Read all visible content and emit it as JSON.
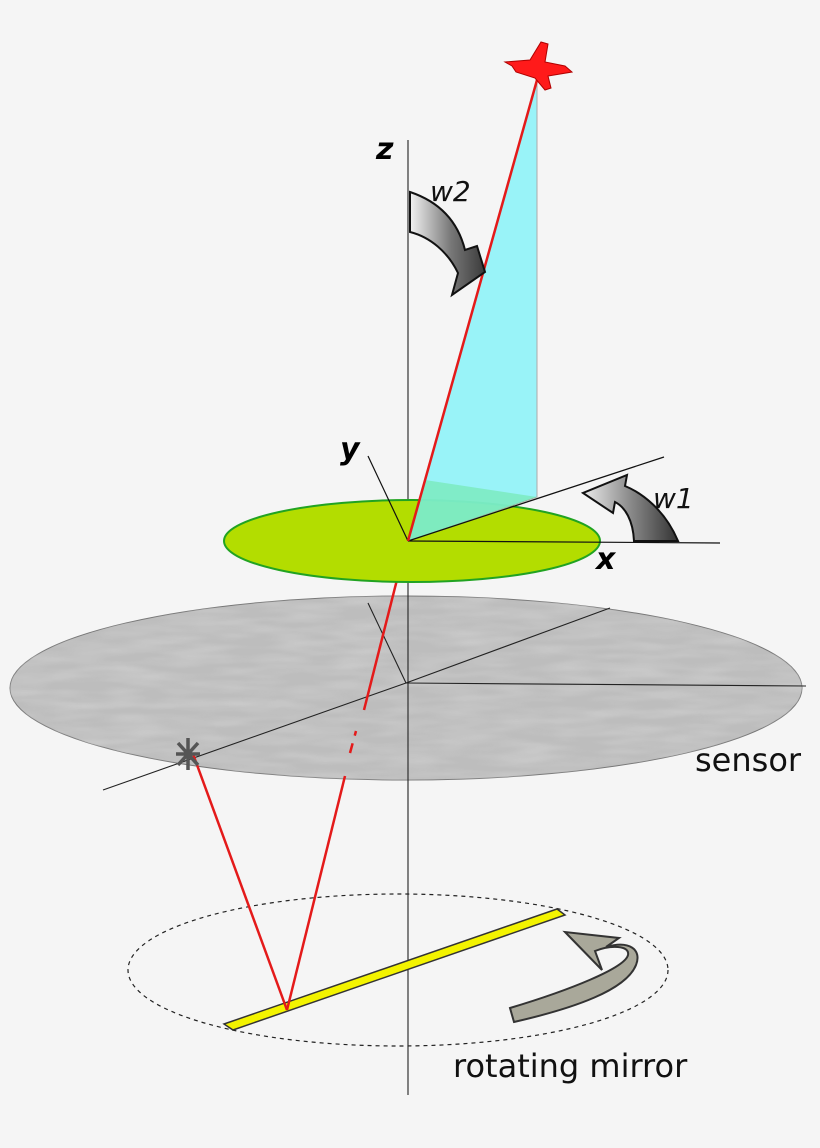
{
  "labels": {
    "z_axis": "z",
    "y_axis": "y",
    "x_axis": "x",
    "w1": "w1",
    "w2": "w2",
    "sensor": "sensor",
    "mirror": "rotating mirror"
  },
  "icons": {
    "aircraft": "airplane-icon",
    "w1_arrow": "curved-arrow-icon",
    "w2_arrow": "curved-arrow-icon",
    "mirror_arrow": "curved-arrow-icon",
    "target_spot": "star-icon"
  },
  "colors": {
    "beam": "#e41a1a",
    "projection_plane": "#8ff3f8",
    "green_disc": "#b3dd00",
    "mirror": "#f3f300",
    "sensor_gray": "#9a9a9a",
    "background": "#f5f5f5"
  }
}
